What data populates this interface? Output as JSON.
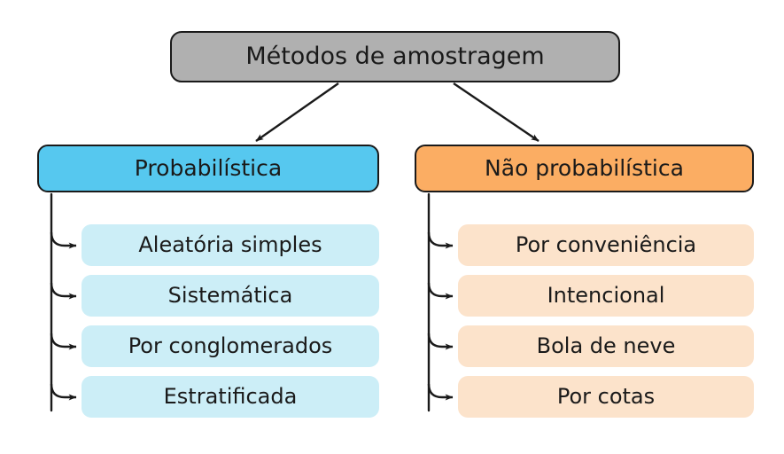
{
  "diagram": {
    "title": "Métodos de amostragem",
    "language": "pt-BR",
    "background_color": "#ffffff",
    "root": {
      "label": "Métodos de amostragem",
      "fill_color": "#b0b0b0",
      "border_color": "#1a1a1a"
    },
    "branches": [
      {
        "label": "Probabilística",
        "fill_color": "#56c8ef",
        "border_color": "#1a1a1a",
        "leaf_fill_color": "#cceef7",
        "children": [
          {
            "label": "Aleatória simples"
          },
          {
            "label": "Sistemática"
          },
          {
            "label": "Por conglomerados"
          },
          {
            "label": "Estratificada"
          }
        ]
      },
      {
        "label": "Não probabilística",
        "fill_color": "#fbad63",
        "border_color": "#1a1a1a",
        "leaf_fill_color": "#fce3cb",
        "children": [
          {
            "label": "Por conveniência"
          },
          {
            "label": "Intencional"
          },
          {
            "label": "Bola de neve"
          },
          {
            "label": "Por cotas"
          }
        ]
      }
    ],
    "connectors": {
      "stroke_color": "#1a1a1a",
      "style": "arrow",
      "root_to_branch": "diagonal",
      "branch_to_leaf": "elbow"
    }
  }
}
